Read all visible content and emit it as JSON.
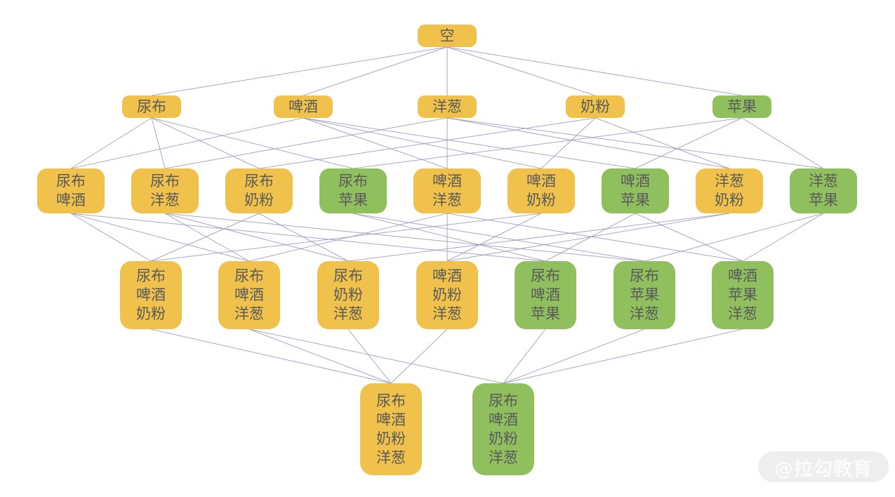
{
  "colors": {
    "yellow": "#F0C24B",
    "green": "#90C05E",
    "edge": "#9598C2",
    "text": "#5A5A5A",
    "background": "#FFFFFF"
  },
  "nodes": [
    {
      "id": "root",
      "label": "空",
      "color": "yellow"
    },
    {
      "id": "d",
      "label": "尿布",
      "color": "yellow"
    },
    {
      "id": "b",
      "label": "啤酒",
      "color": "yellow"
    },
    {
      "id": "o",
      "label": "洋葱",
      "color": "yellow"
    },
    {
      "id": "m",
      "label": "奶粉",
      "color": "yellow"
    },
    {
      "id": "a",
      "label": "苹果",
      "color": "green"
    },
    {
      "id": "db",
      "label": "尿布\n啤酒",
      "color": "yellow"
    },
    {
      "id": "do",
      "label": "尿布\n洋葱",
      "color": "yellow"
    },
    {
      "id": "dm",
      "label": "尿布\n奶粉",
      "color": "yellow"
    },
    {
      "id": "da",
      "label": "尿布\n苹果",
      "color": "green"
    },
    {
      "id": "bo",
      "label": "啤酒\n洋葱",
      "color": "yellow"
    },
    {
      "id": "bm",
      "label": "啤酒\n奶粉",
      "color": "yellow"
    },
    {
      "id": "ba",
      "label": "啤酒\n苹果",
      "color": "green"
    },
    {
      "id": "om",
      "label": "洋葱\n奶粉",
      "color": "yellow"
    },
    {
      "id": "oa",
      "label": "洋葱\n苹果",
      "color": "green"
    },
    {
      "id": "dbm",
      "label": "尿布\n啤酒\n奶粉",
      "color": "yellow"
    },
    {
      "id": "dbo",
      "label": "尿布\n啤酒\n洋葱",
      "color": "yellow"
    },
    {
      "id": "dmo",
      "label": "尿布\n奶粉\n洋葱",
      "color": "yellow"
    },
    {
      "id": "bmo",
      "label": "啤酒\n奶粉\n洋葱",
      "color": "yellow"
    },
    {
      "id": "dba",
      "label": "尿布\n啤酒\n苹果",
      "color": "green"
    },
    {
      "id": "dao",
      "label": "尿布\n苹果\n洋葱",
      "color": "green"
    },
    {
      "id": "bao",
      "label": "啤酒\n苹果\n洋葱",
      "color": "green"
    },
    {
      "id": "dbmo",
      "label": "尿布\n啤酒\n奶粉\n洋葱",
      "color": "yellow"
    },
    {
      "id": "dbao",
      "label": "尿布\n啤酒\n奶粉\n洋葱",
      "color": "green"
    }
  ],
  "edges": [
    [
      "root",
      "d"
    ],
    [
      "root",
      "b"
    ],
    [
      "root",
      "o"
    ],
    [
      "root",
      "m"
    ],
    [
      "root",
      "a"
    ],
    [
      "d",
      "db"
    ],
    [
      "d",
      "do"
    ],
    [
      "d",
      "dm"
    ],
    [
      "d",
      "da"
    ],
    [
      "b",
      "db"
    ],
    [
      "b",
      "bo"
    ],
    [
      "b",
      "bm"
    ],
    [
      "b",
      "ba"
    ],
    [
      "o",
      "do"
    ],
    [
      "o",
      "bo"
    ],
    [
      "o",
      "om"
    ],
    [
      "o",
      "oa"
    ],
    [
      "m",
      "dm"
    ],
    [
      "m",
      "bm"
    ],
    [
      "m",
      "om"
    ],
    [
      "a",
      "da"
    ],
    [
      "a",
      "ba"
    ],
    [
      "a",
      "oa"
    ],
    [
      "db",
      "dbm"
    ],
    [
      "db",
      "dbo"
    ],
    [
      "db",
      "dba"
    ],
    [
      "do",
      "dbo"
    ],
    [
      "do",
      "dmo"
    ],
    [
      "do",
      "dao"
    ],
    [
      "dm",
      "dbm"
    ],
    [
      "dm",
      "dmo"
    ],
    [
      "da",
      "dba"
    ],
    [
      "da",
      "dao"
    ],
    [
      "bo",
      "dbo"
    ],
    [
      "bo",
      "bmo"
    ],
    [
      "bo",
      "bao"
    ],
    [
      "bm",
      "dbm"
    ],
    [
      "bm",
      "bmo"
    ],
    [
      "ba",
      "dba"
    ],
    [
      "ba",
      "bao"
    ],
    [
      "om",
      "dmo"
    ],
    [
      "om",
      "bmo"
    ],
    [
      "oa",
      "dao"
    ],
    [
      "oa",
      "bao"
    ],
    [
      "dbm",
      "dbmo"
    ],
    [
      "dbo",
      "dbmo"
    ],
    [
      "dmo",
      "dbmo"
    ],
    [
      "bmo",
      "dbmo"
    ],
    [
      "dbo",
      "dbao"
    ],
    [
      "dba",
      "dbao"
    ],
    [
      "dao",
      "dbao"
    ],
    [
      "bao",
      "dbao"
    ]
  ],
  "watermark": {
    "text": "@拉勾教育"
  }
}
